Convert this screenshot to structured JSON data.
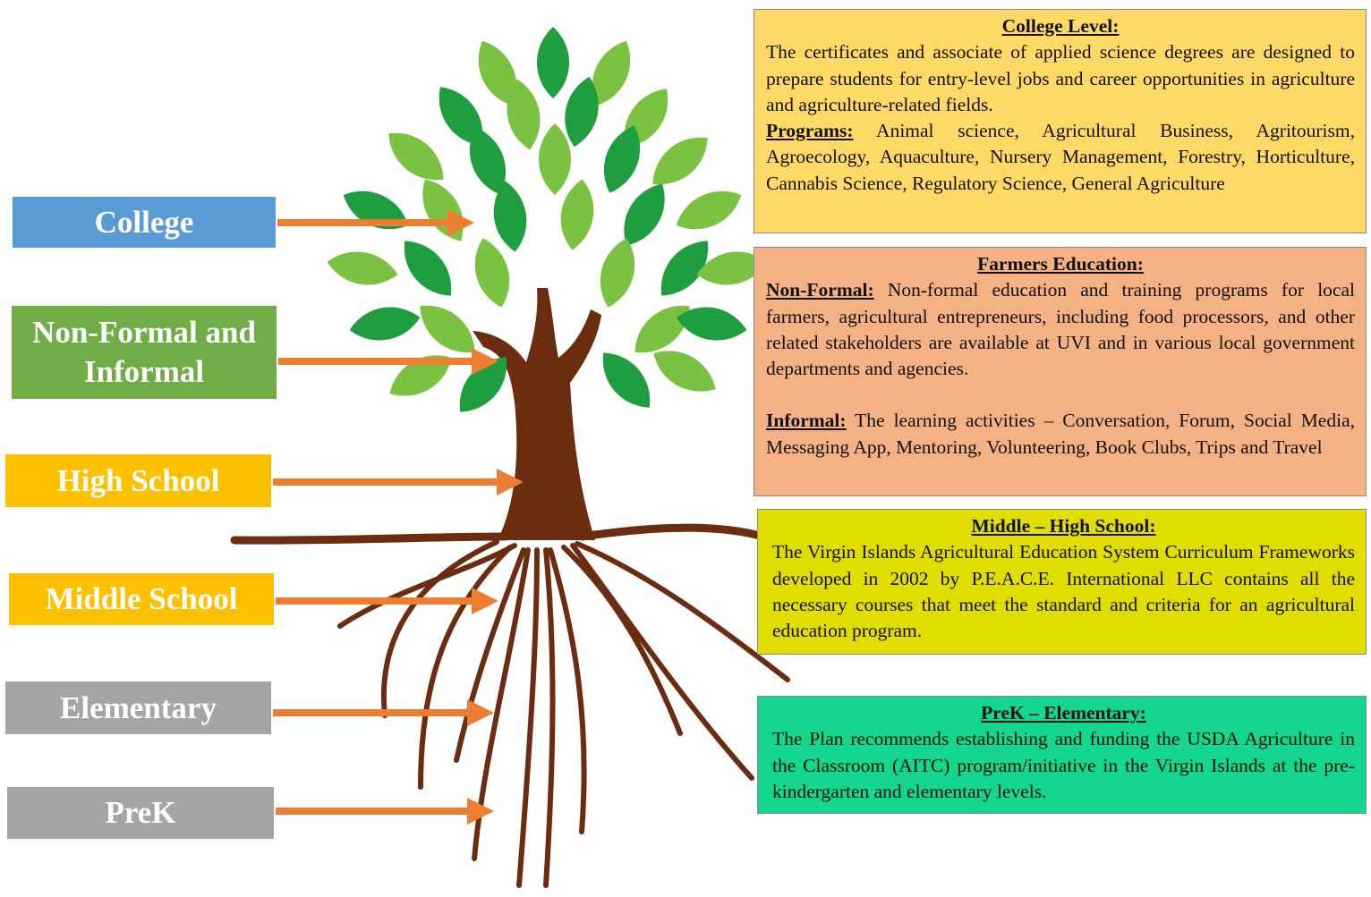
{
  "colors": {
    "college": "#5b9bd5",
    "nonformal": "#70ad47",
    "school": "#ffc000",
    "gray": "#a5a5a5",
    "arrow": "#ed7d31",
    "trunk": "#6b2c0f",
    "leaf_dark": "#1e9e3e",
    "leaf_light": "#7cc242",
    "college_box": "#ffd966",
    "farmers_box": "#f4b183",
    "middle_box": "#e1dd00",
    "prek_box": "#15d68e"
  },
  "levels": [
    {
      "id": "college",
      "label": "College"
    },
    {
      "id": "nonformal",
      "label": "Non-Formal and Informal"
    },
    {
      "id": "high",
      "label": "High School"
    },
    {
      "id": "middle",
      "label": "Middle School"
    },
    {
      "id": "elementary",
      "label": "Elementary"
    },
    {
      "id": "prek",
      "label": "PreK"
    }
  ],
  "college_box": {
    "title": "College Level:",
    "text": "The certificates and associate of applied science degrees are designed to prepare students for entry-level jobs and career opportunities in agriculture and agriculture-related fields.",
    "programs_label": "Programs:",
    "programs_text": " Animal science, Agricultural Business, Agritourism, Agroecology, Aquaculture, Nursery Management, Forestry, Horticulture, Cannabis Science, Regulatory Science, General Agriculture"
  },
  "farmers_box": {
    "title": "Farmers Education:",
    "nonformal_label": "Non-Formal:",
    "nonformal_text": " Non-formal education and training programs for local farmers, agricultural entrepreneurs, including food processors, and other related stakeholders are available at UVI and in various local government departments and agencies.",
    "informal_label": "Informal:",
    "informal_text": " The learning activities – Conversation, Forum, Social Media, Messaging App, Mentoring, Volunteering, Book Clubs, Trips and Travel"
  },
  "middle_box": {
    "title": "Middle – High School:",
    "text": "The Virgin Islands Agricultural Education System Curriculum Frameworks developed in 2002 by P.E.A.C.E. International LLC contains all the necessary courses that meet the standard and criteria for an agricultural education program."
  },
  "prek_box": {
    "title": "PreK – Elementary:",
    "text": "The Plan recommends establishing and funding the USDA Agriculture in the Classroom (AITC) program/initiative in the Virgin Islands at the pre-kindergarten and elementary levels."
  }
}
